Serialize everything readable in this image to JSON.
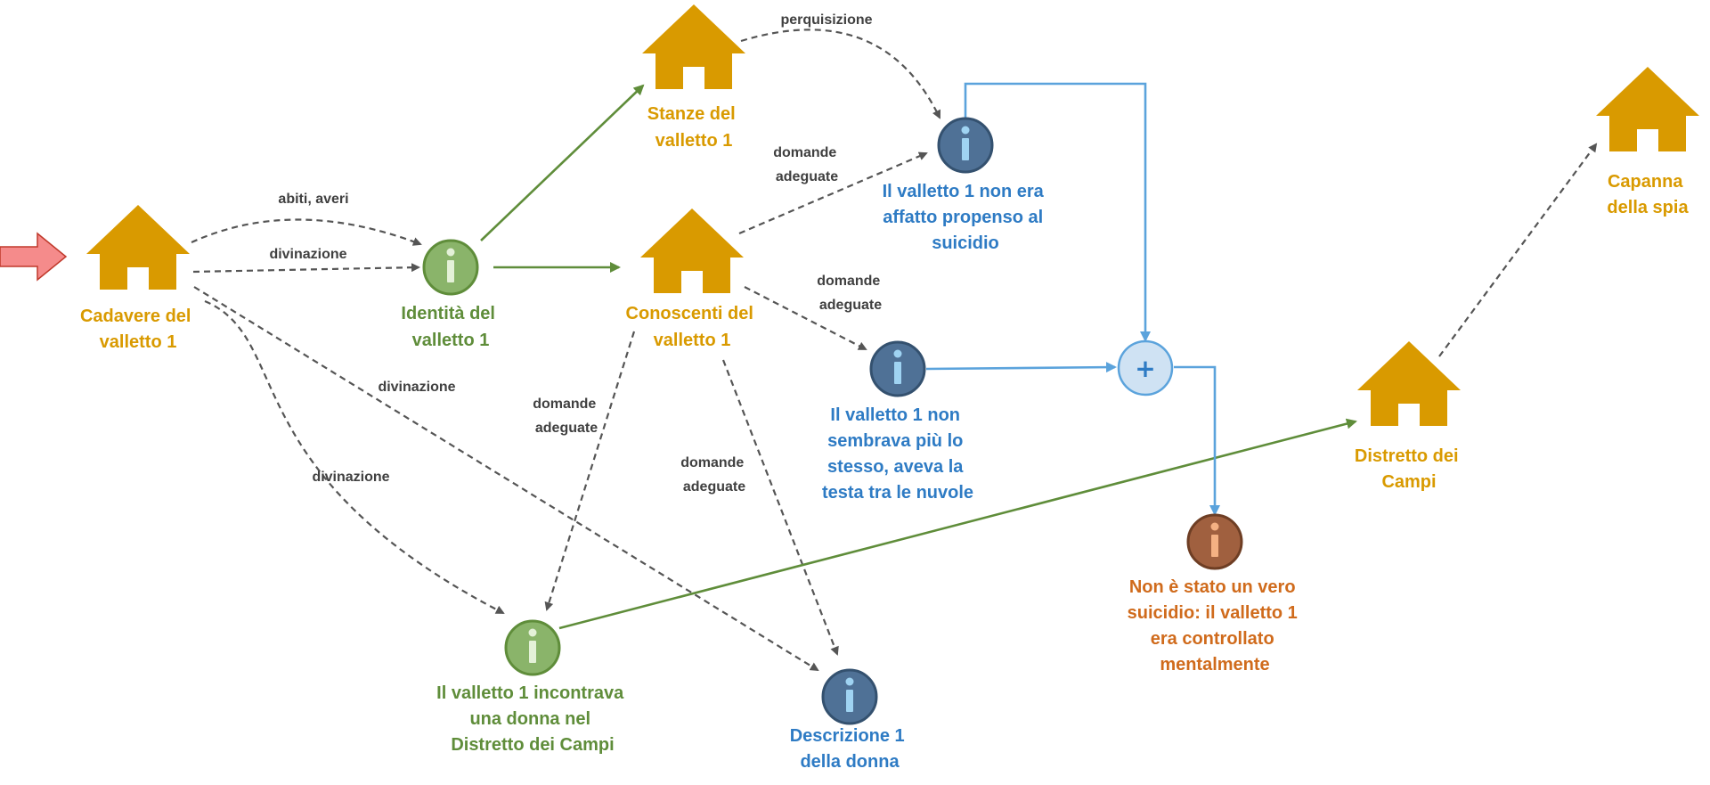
{
  "colors": {
    "location": "#D99A00",
    "clue_green": "#5F8D3A",
    "clue_green_fill": "#8AB46A",
    "clue_blue_text": "#2E7BC4",
    "clue_blue_fill": "#4F7196",
    "clue_orange_text": "#D06B1C",
    "clue_orange_fill": "#A0603F",
    "info_glyph_light": "#A9D08E",
    "info_glyph_blue": "#9FD3F2",
    "info_glyph_orange": "#F4B183",
    "connector_blue": "#5BA3DC",
    "combine_fill": "#CFE2F3",
    "dashed": "#555555",
    "start_arrow_fill": "#F58B8B",
    "start_arrow_stroke": "#C0392B"
  },
  "nodes": {
    "cadavere": {
      "icon": "house-icon",
      "lines": [
        "Cadavere del",
        "valletto 1"
      ]
    },
    "identita": {
      "icon": "info-icon",
      "lines": [
        "Identità del",
        "valletto 1"
      ]
    },
    "stanze": {
      "icon": "house-icon",
      "lines": [
        "Stanze del",
        "valletto 1"
      ]
    },
    "conoscenti": {
      "icon": "house-icon",
      "lines": [
        "Conoscenti del",
        "valletto 1"
      ]
    },
    "propenso": {
      "icon": "info-icon",
      "lines": [
        "Il valletto 1 non era",
        "affatto propenso al",
        "suicidio"
      ]
    },
    "nuvole": {
      "icon": "info-icon",
      "lines": [
        "Il valletto 1 non",
        "sembrava più lo",
        "stesso, aveva la",
        "testa tra le nuvole"
      ]
    },
    "donna": {
      "icon": "info-icon",
      "lines": [
        "Il valletto 1 incontrava",
        "una donna nel",
        "Distretto dei Campi"
      ]
    },
    "descrizione": {
      "icon": "info-icon",
      "lines": [
        "Descrizione 1",
        "della donna"
      ]
    },
    "combine": {
      "icon": "plus-icon",
      "symbol": "+"
    },
    "vero_suicidio": {
      "icon": "info-icon",
      "lines": [
        "Non è stato un vero",
        "suicidio: il valletto 1",
        "era controllato",
        "mentalmente"
      ]
    },
    "distretto": {
      "icon": "house-icon",
      "lines": [
        "Distretto dei",
        "Campi"
      ]
    },
    "capanna": {
      "icon": "house-icon",
      "lines": [
        "Capanna",
        "della spia"
      ]
    }
  },
  "edge_labels": {
    "abiti": "abiti, averi",
    "divinazione_1": "divinazione",
    "divinazione_2": "divinazione",
    "divinazione_3": "divinazione",
    "perquisizione": "perquisizione",
    "domande_1": [
      "domande",
      "adeguate"
    ],
    "domande_2": [
      "domande",
      "adeguate"
    ],
    "domande_3": [
      "domande",
      "adeguate"
    ],
    "domande_4": [
      "domande",
      "adeguate"
    ]
  }
}
